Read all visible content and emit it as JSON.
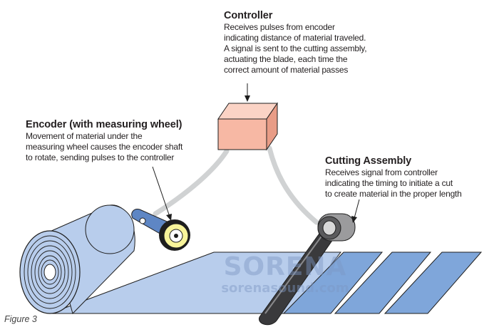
{
  "controller": {
    "title": "Controller",
    "lines": [
      "Receives pulses from encoder",
      "indicating distance of material traveled.",
      "A signal is sent to the cutting assembly,",
      "actuating the blade, each time the",
      "correct amount of material passes"
    ]
  },
  "encoder": {
    "title": "Encoder (with measuring wheel)",
    "lines": [
      "Movement of material under the",
      "measuring wheel causes the encoder shaft",
      "to rotate, sending pulses to the controller"
    ]
  },
  "cutting": {
    "title": "Cutting Assembly",
    "lines": [
      "Receives signal from controller",
      "indicating the timing to initiate a cut",
      "to create material in the proper length"
    ]
  },
  "watermark": {
    "line1": "SORENA",
    "line2": "sorenasound.com"
  },
  "caption": "Figure 3",
  "colors": {
    "controller_box": "#f7b8a4",
    "material": "#b8cdec",
    "cut_pieces": "#7fa6da",
    "cable": "#d0d2d3",
    "encoder_wheel": "#f8f49a",
    "blade_arm": "#3a3a3c"
  }
}
